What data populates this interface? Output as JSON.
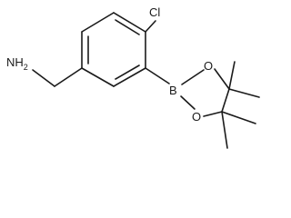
{
  "molecule": {
    "atoms": {
      "amine": "NH",
      "amine_subscript": "2",
      "chlorine": "Cl",
      "boron": "B",
      "oxygen_upper": "O",
      "oxygen_lower": "O"
    }
  }
}
